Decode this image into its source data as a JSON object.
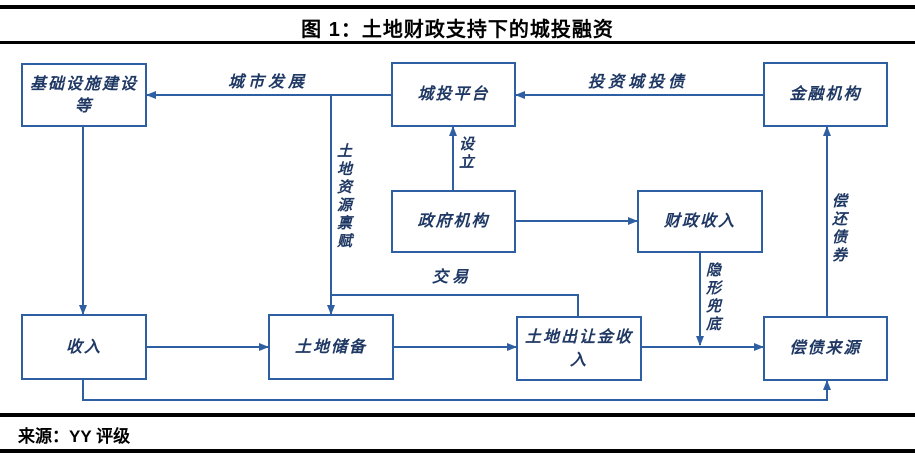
{
  "title": "图 1：土地财政支持下的城投融资",
  "source": "来源：YY 评级",
  "colors": {
    "line": "#2e5fa3",
    "node_text": "#1f3864",
    "rule": "#000000",
    "background": "#ffffff"
  },
  "diagram": {
    "nodes": [
      {
        "id": "infrastructure",
        "label": "基础设施建设等"
      },
      {
        "id": "platform",
        "label": "城投平台"
      },
      {
        "id": "financial",
        "label": "金融机构"
      },
      {
        "id": "government",
        "label": "政府机构"
      },
      {
        "id": "fiscal",
        "label": "财政收入"
      },
      {
        "id": "income",
        "label": "收入"
      },
      {
        "id": "land-reserve",
        "label": "土地储备"
      },
      {
        "id": "land-sale",
        "label": "土地出让金收入"
      },
      {
        "id": "repayment",
        "label": "偿债来源"
      }
    ],
    "edge_labels": [
      {
        "id": "urban-development",
        "text": "城市发展",
        "orientation": "horizontal"
      },
      {
        "id": "invest-chengtou-bonds",
        "text": "投资城投债",
        "orientation": "horizontal"
      },
      {
        "id": "establish",
        "text": "设立",
        "orientation": "vertical"
      },
      {
        "id": "land-resource-endowment",
        "text": "土地资源禀赋",
        "orientation": "vertical"
      },
      {
        "id": "transaction",
        "text": "交易",
        "orientation": "horizontal"
      },
      {
        "id": "implicit-backstop",
        "text": "隐形兜底",
        "orientation": "vertical"
      },
      {
        "id": "repay-bonds",
        "text": "偿还债券",
        "orientation": "vertical"
      }
    ],
    "edges": [
      {
        "from": "platform",
        "to": "infrastructure",
        "label": "城市发展"
      },
      {
        "from": "financial",
        "to": "platform",
        "label": "投资城投债"
      },
      {
        "from": "government",
        "to": "platform",
        "label": "设立"
      },
      {
        "from": "platform",
        "to": "land-reserve",
        "label": "土地资源禀赋"
      },
      {
        "from": "platform",
        "to": "land-sale",
        "label": "交易"
      },
      {
        "from": "government",
        "to": "fiscal",
        "label": ""
      },
      {
        "from": "infrastructure",
        "to": "income",
        "label": ""
      },
      {
        "from": "income",
        "to": "land-reserve",
        "label": ""
      },
      {
        "from": "land-reserve",
        "to": "land-sale",
        "label": ""
      },
      {
        "from": "land-sale",
        "to": "repayment",
        "label": ""
      },
      {
        "from": "fiscal",
        "to": "repayment",
        "label": "隐形兜底"
      },
      {
        "from": "repayment",
        "to": "financial",
        "label": "偿还债券"
      },
      {
        "from": "income",
        "to": "repayment",
        "label": ""
      }
    ]
  }
}
